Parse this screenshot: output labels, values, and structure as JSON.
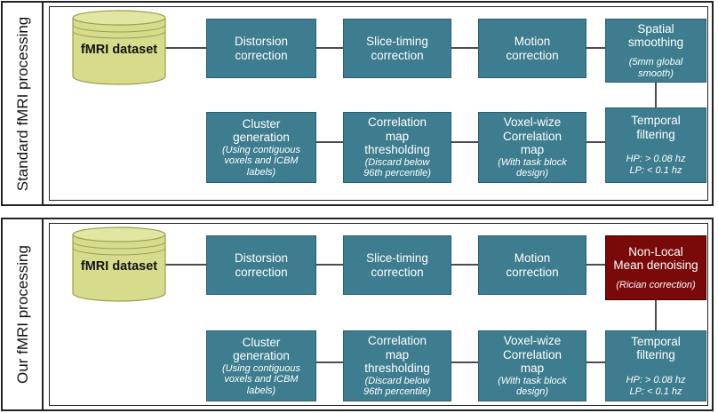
{
  "panels": [
    {
      "side_label": "Standard fMRI processing",
      "dataset": "fMRI dataset",
      "top_row": [
        {
          "title": "Distorsion\ncorrection"
        },
        {
          "title": "Slice-timing\ncorrection"
        },
        {
          "title": "Motion\ncorrection"
        },
        {
          "title": "Spatial\nsmoothing",
          "note": "(5mm global\nsmooth)"
        }
      ],
      "bottom_row": [
        {
          "title": "Cluster\ngeneration",
          "note": "(Using contiguous\nvoxels and ICBM\nlabels)"
        },
        {
          "title": "Correlation\nmap\nthresholding",
          "note": "(Discard below\n96th percentile)"
        },
        {
          "title": "Voxel-wize\nCorrelation\nmap",
          "note": "(With task block\ndesign)"
        },
        {
          "title": "Temporal\nfiltering",
          "note": "HP: > 0.08 hz\nLP: < 0.1 hz"
        }
      ]
    },
    {
      "side_label": "Our fMRI processing",
      "dataset": "fMRI dataset",
      "top_row": [
        {
          "title": "Distorsion\ncorrection"
        },
        {
          "title": "Slice-timing\ncorrection"
        },
        {
          "title": "Motion\ncorrection"
        },
        {
          "title": "Non-Local\nMean denoising",
          "note": "(Rician correction)"
        }
      ],
      "bottom_row": [
        {
          "title": "Cluster\ngeneration",
          "note": "(Using contiguous\nvoxels and ICBM\nlabels)"
        },
        {
          "title": "Correlation\nmap\nthresholding",
          "note": "(Discard below\n96th percentile)"
        },
        {
          "title": "Voxel-wize\nCorrelation\nmap",
          "note": "(With task block\ndesign)"
        },
        {
          "title": "Temporal\nfiltering",
          "note": "HP: > 0.08 hz\nLP: < 0.1 hz"
        }
      ]
    }
  ],
  "colors": {
    "box_fill": "#3d7d8f",
    "highlight_fill": "#7a0a0a",
    "dataset_fill": "#d6dc8c"
  }
}
